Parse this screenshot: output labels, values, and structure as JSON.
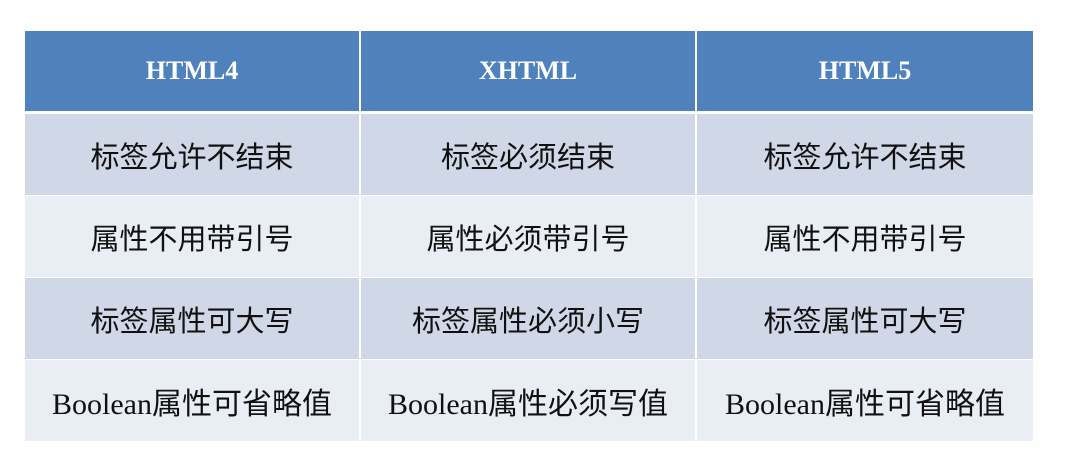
{
  "table": {
    "headers": [
      "HTML4",
      "XHTML",
      "HTML5"
    ],
    "rows": [
      [
        "标签允许不结束",
        "标签必须结束",
        "标签允许不结束"
      ],
      [
        "属性不用带引号",
        "属性必须带引号",
        "属性不用带引号"
      ],
      [
        "标签属性可大写",
        "标签属性必须小写",
        "标签属性可大写"
      ],
      [
        "Boolean属性可省略值",
        "Boolean属性必须写值",
        "Boolean属性可省略值"
      ]
    ],
    "colors": {
      "header_bg": "#4f81bd",
      "row_odd_bg": "#d0d8e8",
      "row_even_bg": "#e9edf4"
    }
  }
}
